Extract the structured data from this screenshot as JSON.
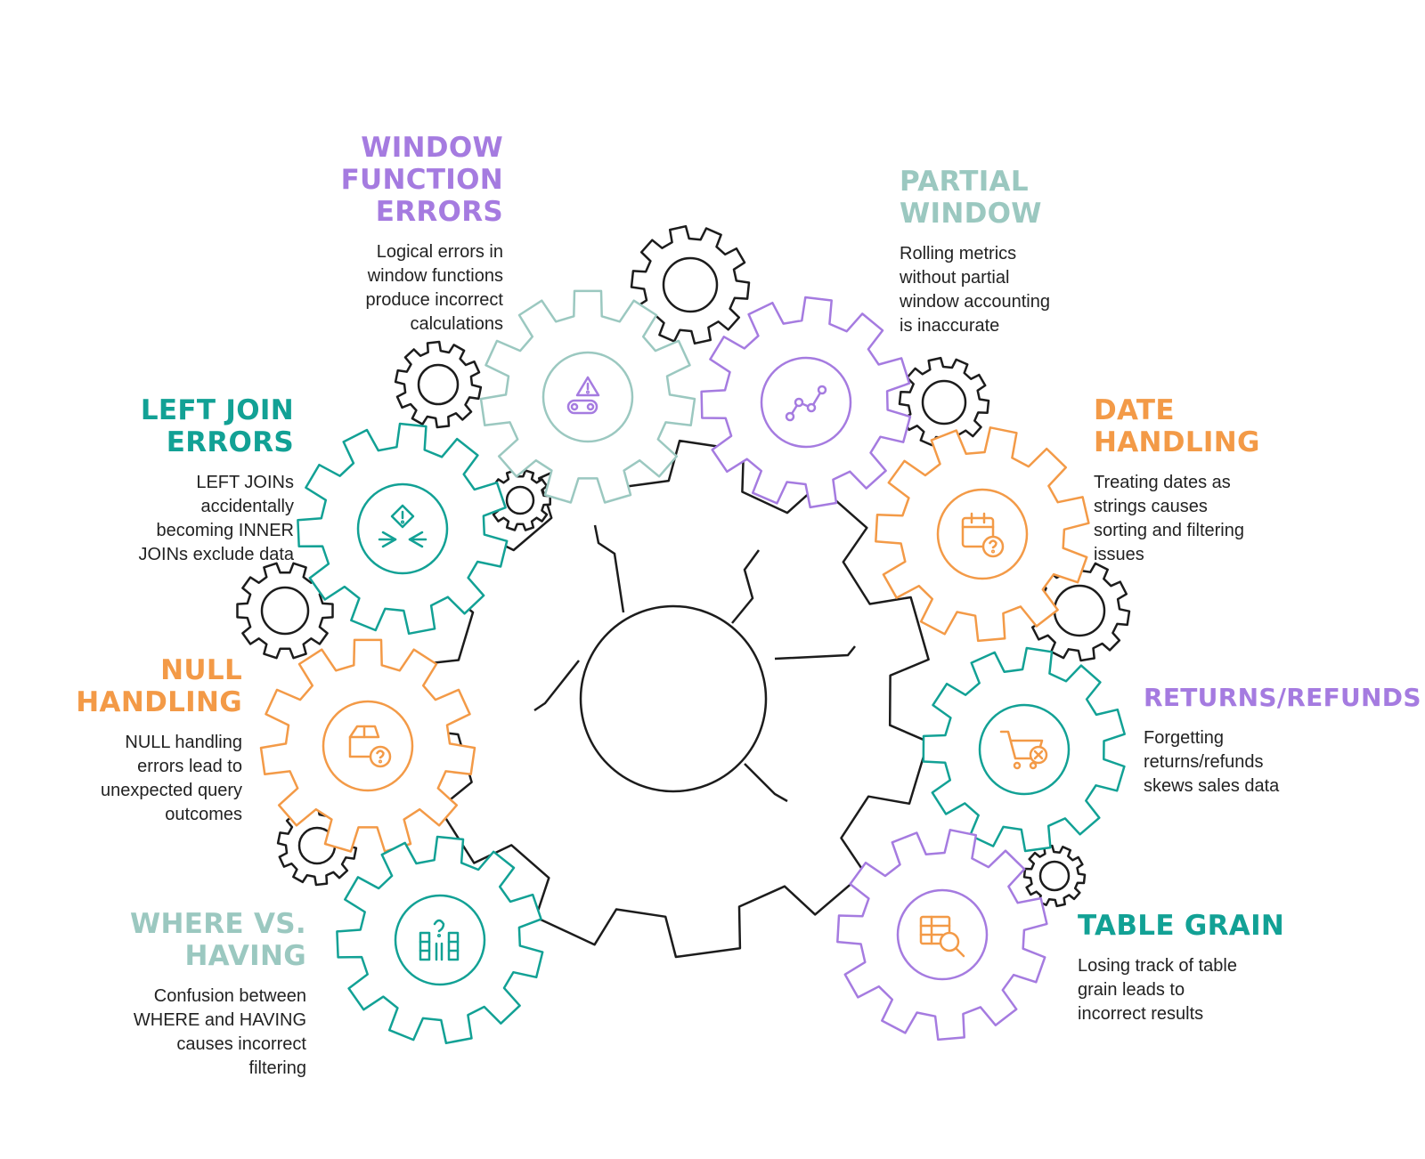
{
  "colors": {
    "purple": "#a57be0",
    "lightteal": "#9bc8c0",
    "teal": "#12a195",
    "orange": "#f39a47",
    "black": "#1c1c1c"
  },
  "diagram": {
    "center": {
      "name": "central-gear"
    },
    "items": [
      {
        "key": "window-function-errors",
        "title": "WINDOW\nFUNCTION\nERRORS",
        "desc": "Logical errors in\nwindow functions\nproduce incorrect\ncalculations",
        "color": "purple",
        "gear_color": "lightteal",
        "icon": "conveyor-warning-icon",
        "icon_color": "purple"
      },
      {
        "key": "partial-window",
        "title": "PARTIAL\nWINDOW",
        "desc": "Rolling metrics\nwithout partial\nwindow accounting\nis inaccurate",
        "color": "lightteal",
        "gear_color": "purple",
        "icon": "line-chart-icon",
        "icon_color": "purple"
      },
      {
        "key": "left-join-errors",
        "title": "LEFT JOIN\nERRORS",
        "desc": "LEFT JOINs\naccidentally\nbecoming INNER\nJOINs exclude data",
        "color": "teal",
        "gear_color": "teal",
        "icon": "merge-warning-icon",
        "icon_color": "teal"
      },
      {
        "key": "date-handling",
        "title": "DATE\nHANDLING",
        "desc": "Treating dates as\nstrings causes\nsorting and filtering\nissues",
        "color": "orange",
        "gear_color": "orange",
        "icon": "calendar-question-icon",
        "icon_color": "orange"
      },
      {
        "key": "null-handling",
        "title": "NULL\nHANDLING",
        "desc": "NULL handling\nerrors lead to\nunexpected query\noutcomes",
        "color": "orange",
        "gear_color": "orange",
        "icon": "box-question-icon",
        "icon_color": "orange"
      },
      {
        "key": "returns-refunds",
        "title": "RETURNS/REFUNDS",
        "desc": "Forgetting\nreturns/refunds\nskews sales data",
        "color": "purple",
        "gear_color": "teal",
        "icon": "cart-cancel-icon",
        "icon_color": "orange"
      },
      {
        "key": "where-vs-having",
        "title": "WHERE VS.\nHAVING",
        "desc": "Confusion between\nWHERE and HAVING\ncauses incorrect\nfiltering",
        "color": "lightteal",
        "gear_color": "teal",
        "icon": "columns-question-icon",
        "icon_color": "teal"
      },
      {
        "key": "table-grain",
        "title": "TABLE GRAIN",
        "desc": "Losing track of table\ngrain leads to\nincorrect results",
        "color": "teal",
        "gear_color": "purple",
        "icon": "table-search-icon",
        "icon_color": "orange"
      }
    ]
  }
}
